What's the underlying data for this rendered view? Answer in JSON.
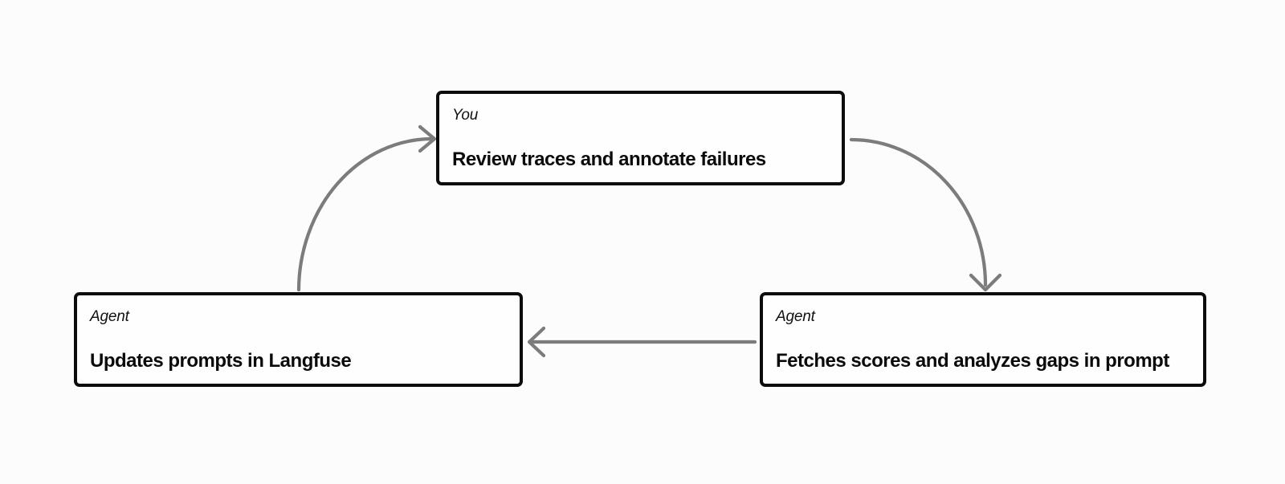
{
  "diagram": {
    "background": "#fcfcfc",
    "colors": {
      "node_border": "#0c0c0c",
      "node_fill": "#fefefe",
      "arrow": "#7c7c7c",
      "text": "#0b0b0b"
    },
    "nodes": [
      {
        "id": "review-traces",
        "actor": "You",
        "title": "Review traces and annotate failures"
      },
      {
        "id": "updates-prompts",
        "actor": "Agent",
        "title": "Updates prompts in Langfuse"
      },
      {
        "id": "fetches-scores",
        "actor": "Agent",
        "title": "Fetches scores and analyzes gaps in prompt"
      }
    ],
    "edges": [
      {
        "from": "updates-prompts",
        "to": "review-traces",
        "shape": "curved"
      },
      {
        "from": "review-traces",
        "to": "fetches-scores",
        "shape": "curved"
      },
      {
        "from": "fetches-scores",
        "to": "updates-prompts",
        "shape": "straight"
      }
    ]
  }
}
